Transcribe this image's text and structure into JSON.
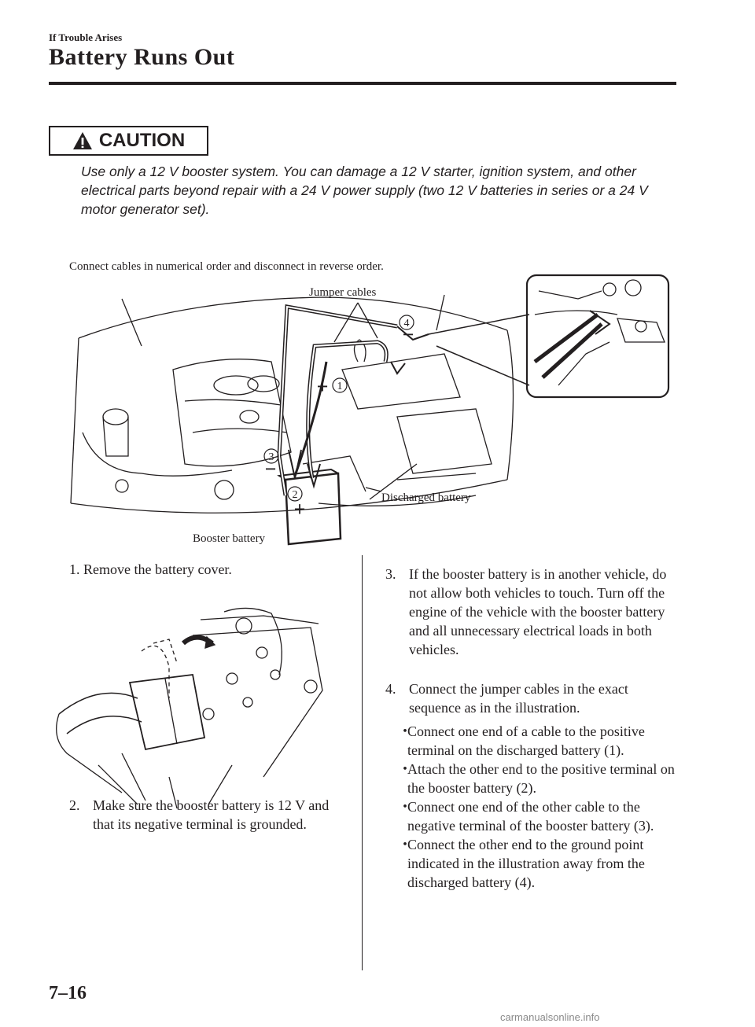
{
  "header": {
    "section": "If Trouble Arises",
    "title": "Battery Runs Out"
  },
  "caution": {
    "label": "CAUTION",
    "text": "Use only a 12 V booster system. You can damage a 12 V starter, ignition system, and other electrical parts beyond repair with a 24 V power supply (two 12 V batteries in series or a 24 V motor generator set)."
  },
  "figure1": {
    "caption": "Connect cables in numerical order and disconnect in reverse order.",
    "jumper_cables": "Jumper cables",
    "discharged_battery": "Discharged battery",
    "booster_battery": "Booster battery",
    "markers": {
      "m1": "1",
      "m2": "2",
      "m3": "3",
      "m4": "4"
    },
    "signs": {
      "plus": "+",
      "minus": "−"
    }
  },
  "steps": {
    "s1": {
      "num": "1.",
      "text": "Remove the battery cover."
    },
    "s2": {
      "num": "2.",
      "text": "Make sure the booster battery is 12 V and that its negative terminal is grounded."
    },
    "s3": {
      "num": "3.",
      "text": "If the booster battery is in another vehicle, do not allow both vehicles to touch. Turn off the engine of the vehicle with the booster battery and all unnecessary electrical loads in both vehicles."
    },
    "s4": {
      "num": "4.",
      "text": "Connect the jumper cables in the exact sequence as in the illustration."
    }
  },
  "bullets": [
    "Connect one end of a cable to the positive terminal on the discharged battery (1).",
    "Attach the other end to the positive terminal on the booster battery (2).",
    "Connect one end of the other cable to the negative terminal of the booster battery (3).",
    "Connect the other end to the ground point indicated in the illustration away from the discharged battery (4)."
  ],
  "bullet_glyph": "・",
  "footer": {
    "page": "7–16",
    "watermark": "carmanualsonline.info"
  }
}
